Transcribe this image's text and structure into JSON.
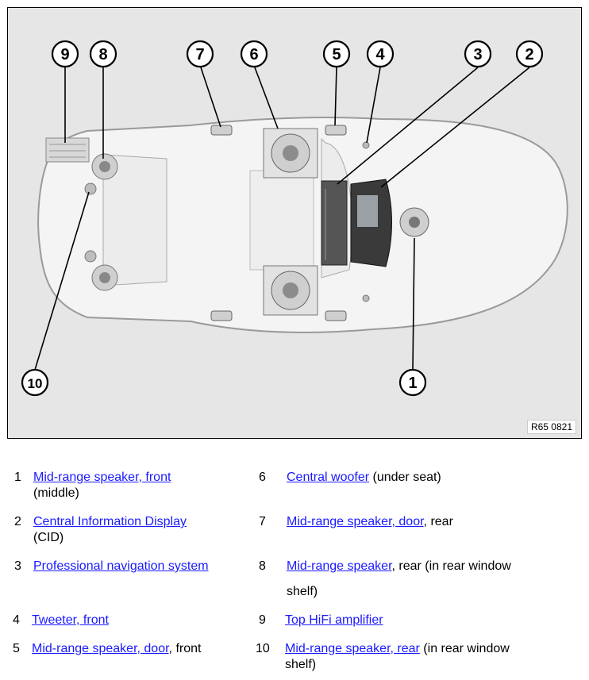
{
  "figure": {
    "ref_code": "R65 0821",
    "callouts": [
      "1",
      "2",
      "3",
      "4",
      "5",
      "6",
      "7",
      "8",
      "9",
      "10"
    ]
  },
  "legend": [
    {
      "num": "1",
      "link": "Mid-range speaker, front",
      "rest": "",
      "line2": "(middle)"
    },
    {
      "num": "2",
      "link": "Central Information Display",
      "rest": "",
      "line2": "(CID)"
    },
    {
      "num": "3",
      "link": "Professional navigation system",
      "rest": "",
      "line2": ""
    },
    {
      "num": "4",
      "link": "Tweeter, front",
      "rest": "",
      "line2": ""
    },
    {
      "num": "5",
      "link": "Mid-range speaker, door",
      "rest": ", front",
      "line2": ""
    },
    {
      "num": "6",
      "link": "Central woofer",
      "rest": " (under seat)",
      "line2": ""
    },
    {
      "num": "7",
      "link": "Mid-range speaker, door",
      "rest": ", rear",
      "line2": ""
    },
    {
      "num": "8",
      "link": "Mid-range speaker",
      "rest": ", rear (in rear window",
      "line2": "shelf)"
    },
    {
      "num": "9",
      "link": "Top HiFi amplifier",
      "rest": "",
      "line2": ""
    },
    {
      "num": "10",
      "link": "Mid-range speaker, rear",
      "rest": " (in rear window",
      "line2": "shelf)"
    }
  ]
}
